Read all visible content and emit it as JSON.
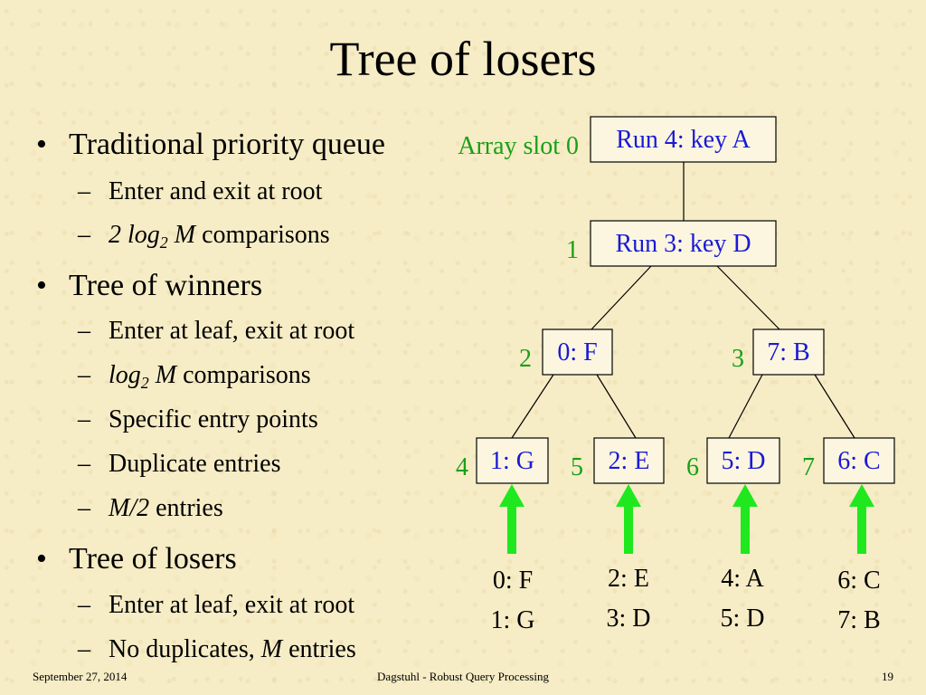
{
  "title": "Tree of losers",
  "bullets": [
    {
      "text": "Traditional priority queue",
      "subs": [
        {
          "parts": [
            {
              "t": "Enter and exit at root",
              "s": ""
            }
          ]
        },
        {
          "parts": [
            {
              "t": "2 log",
              "s": "it"
            },
            {
              "t": "2",
              "s": "sub"
            },
            {
              "t": " M",
              "s": "it"
            },
            {
              "t": " comparisons",
              "s": ""
            }
          ]
        }
      ]
    },
    {
      "text": "Tree of winners",
      "subs": [
        {
          "parts": [
            {
              "t": "Enter at leaf, exit at root",
              "s": ""
            }
          ]
        },
        {
          "parts": [
            {
              "t": "log",
              "s": "it"
            },
            {
              "t": "2",
              "s": "sub"
            },
            {
              "t": " M",
              "s": "it"
            },
            {
              "t": " comparisons",
              "s": ""
            }
          ]
        },
        {
          "parts": [
            {
              "t": "Specific entry points",
              "s": ""
            }
          ]
        },
        {
          "parts": [
            {
              "t": "Duplicate entries",
              "s": ""
            }
          ]
        },
        {
          "parts": [
            {
              "t": "M/2",
              "s": "it"
            },
            {
              "t": " entries",
              "s": ""
            }
          ]
        }
      ]
    },
    {
      "text": "Tree of losers",
      "subs": [
        {
          "parts": [
            {
              "t": "Enter at leaf, exit at root",
              "s": ""
            }
          ]
        },
        {
          "parts": [
            {
              "t": "No duplicates, ",
              "s": ""
            },
            {
              "t": "M",
              "s": "it"
            },
            {
              "t": " entries",
              "s": ""
            }
          ]
        }
      ]
    }
  ],
  "tree": {
    "nodes": [
      {
        "slot": "Array slot 0",
        "label": "Run 4: key A"
      },
      {
        "slot": "1",
        "label": "Run 3: key D"
      },
      {
        "slot": "2",
        "label": "0: F"
      },
      {
        "slot": "3",
        "label": "7: B"
      },
      {
        "slot": "4",
        "label": "1: G"
      },
      {
        "slot": "5",
        "label": "2: E"
      },
      {
        "slot": "6",
        "label": "5: D"
      },
      {
        "slot": "7",
        "label": "6: C"
      }
    ],
    "runs": [
      [
        "0: F",
        "1: G"
      ],
      [
        "2: E",
        "3: D"
      ],
      [
        "4: A",
        "5: D"
      ],
      [
        "6: C",
        "7: B"
      ]
    ],
    "colors": {
      "node_text": "#1a1ad6",
      "slot_text": "#18a018",
      "arrow": "#1fe81f"
    }
  },
  "footer": {
    "date": "September 27, 2014",
    "center": "Dagstuhl - Robust Query Processing",
    "page": "19"
  }
}
